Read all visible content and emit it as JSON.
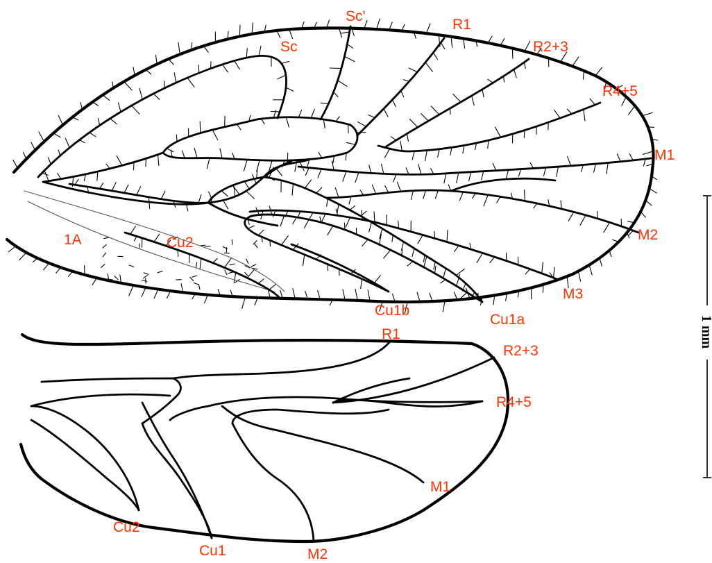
{
  "label_color": "#ff3300",
  "forewing": {
    "labels": {
      "sc_prime": "Sc'",
      "sc": "Sc",
      "r1": "R1",
      "r2_3": "R2+3",
      "r4_5": "R4+5",
      "m1": "M1",
      "m2": "M2",
      "m3": "M3",
      "cu1a": "Cu1a",
      "cu1b": "Cu1b",
      "cu2": "Cu2",
      "a1": "1A"
    }
  },
  "hindwing": {
    "labels": {
      "r1": "R1",
      "r2_3": "R2+3",
      "r4_5": "R4+5",
      "m1": "M1",
      "m2": "M2",
      "cu1": "Cu1",
      "cu2": "Cu2"
    }
  },
  "scale_bar": {
    "label": "1 mm"
  }
}
